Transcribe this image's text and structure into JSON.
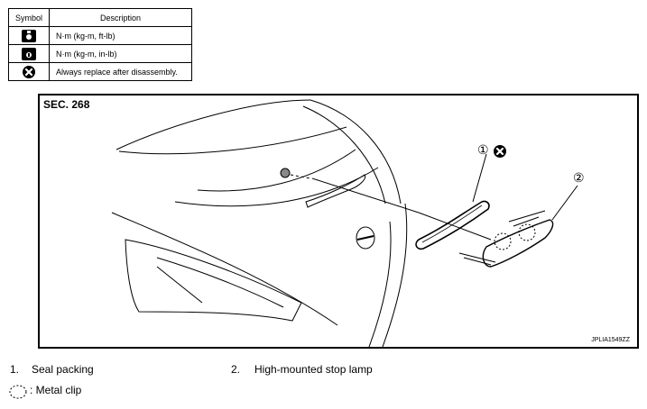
{
  "legend": {
    "header_symbol": "Symbol",
    "header_description": "Description",
    "rows": [
      {
        "icon": "torque-wrench-icon",
        "description": "N·m (kg-m, ft-lb)"
      },
      {
        "icon": "torque-wrench-small-icon",
        "description": "N·m (kg-m, in-lb)"
      },
      {
        "icon": "replace-x-icon",
        "description": "Always replace after disassembly."
      }
    ]
  },
  "diagram": {
    "section": "SEC. 268",
    "figure_id": "JPLIA1549ZZ",
    "callouts": [
      "①",
      "②"
    ]
  },
  "parts": [
    {
      "number": "1.",
      "name": "Seal packing"
    },
    {
      "number": "2.",
      "name": "High-mounted stop lamp"
    }
  ],
  "clip_note": ": Metal clip"
}
